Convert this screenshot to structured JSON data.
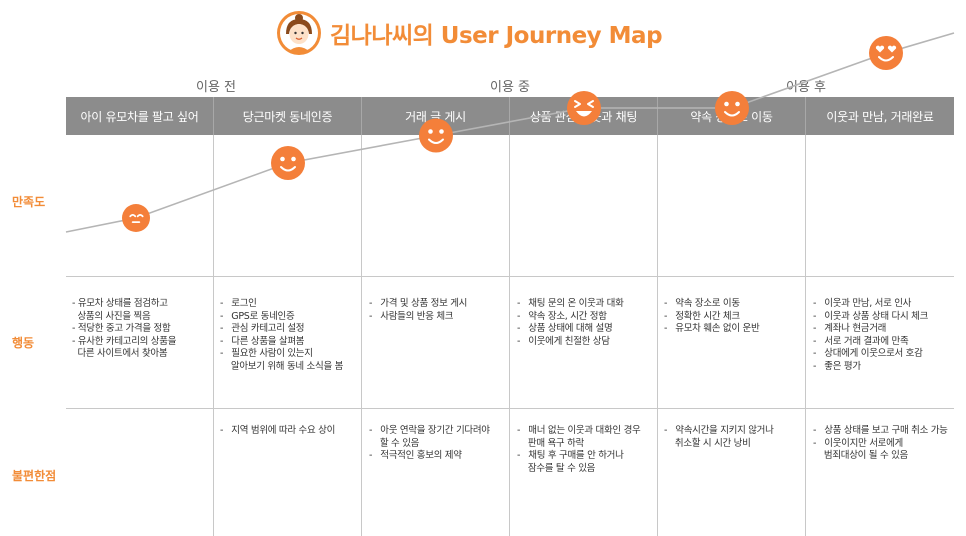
{
  "title": "김나나씨의 User Journey Map",
  "phases": [
    "이용 전",
    "이용 중",
    "이용 후"
  ],
  "stages": [
    "아이 유모차를 팔고 싶어",
    "당근마켓 동네인증",
    "거래 글 게시",
    "상품 관심 이웃과 채팅",
    "약속 장소로 이동",
    "이웃과 만남, 거래완료"
  ],
  "row_labels": {
    "satisfaction": "만족도",
    "actions": "행동",
    "pain_points": "불편한점"
  },
  "satisfaction": [
    1,
    2,
    2.5,
    3,
    3,
    4
  ],
  "faces": [
    "neutral-face-icon",
    "smile-face-icon",
    "smile-face-icon",
    "squint-face-icon",
    "smile-face-icon",
    "heart-eyes-face-icon"
  ],
  "actions": [
    [
      "- 유모차 상태를 점검하고",
      "  상품의 사진을 찍음",
      "- 적당한 중고 가격을 정함",
      "- 유사한 카테고리의 상품을",
      "  다른 사이트에서 찾아봄"
    ],
    [
      "-   로그인",
      "-   GPS로 동네인증",
      "-   관심 카테고리 설정",
      "-   다른 상품을 살펴봄",
      "-   필요한 사람이 있는지",
      "    알아보기 위해 동네 소식을 봄"
    ],
    [
      "-   가격 및 상품 정보 게시",
      "-   사람들의 반응 체크"
    ],
    [
      "-   채팅 문의 온 이웃과 대화",
      "-   약속 장소, 시간 정함",
      "-   상품 상태에 대해 설명",
      "-   이웃에게 친절한 상담"
    ],
    [
      "-   약속 장소로 이동",
      "-   정확한 시간 체크",
      "-   유모차 훼손 없이 운반"
    ],
    [
      "-   이웃과 만남, 서로 인사",
      "-   이웃과 상품 상태 다시 체크",
      "-   계좌나 현금거래",
      "-   서로 거래 결과에 만족",
      "-   상대에게 이웃으로서 호감",
      "-   좋은 평가"
    ]
  ],
  "pain_points": [
    [],
    [
      "-   지역 범위에 따라 수요 상이"
    ],
    [
      "-   아웃 연락을 장기간 기다려야",
      "    할 수 있음",
      "-   적극적인 홍보의 제약"
    ],
    [
      "-   매너 없는 이웃과 대화인 경우",
      "    판매 욕구 하락",
      "-   채팅 후 구매를 안 하거나",
      "    잠수를 탈 수 있음"
    ],
    [
      "-   약속시간을 지키지 않거나",
      "    취소할 시 시간 낭비"
    ],
    [
      "-   상품 상태를 보고 구매 취소 가능",
      "-   이웃이지만 서로에게",
      "    범죄대상이 될 수 있음"
    ]
  ],
  "colors": {
    "accent": "#f28c37",
    "header_bg": "#8c8c8c",
    "face": "#f47f3a",
    "line": "#b5b5b5"
  }
}
